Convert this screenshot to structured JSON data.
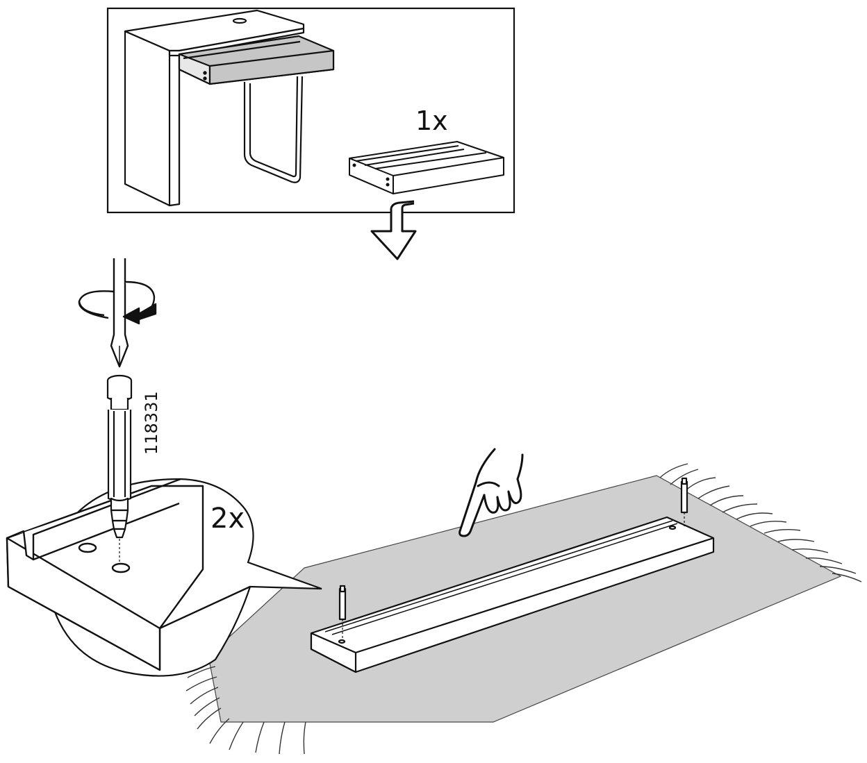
{
  "inset": {
    "quantity_label": "1x"
  },
  "detail": {
    "part_number": "118331",
    "quantity_label": "2x"
  },
  "icons": {
    "transition_arrow": "down-arrow-icon",
    "rotation": "rotate-clockwise-icon",
    "tool": "screwdriver-icon",
    "hint": "pointing-hand-icon"
  },
  "colors": {
    "line": "#111111",
    "fill_grey": "#c6c6c6",
    "rug": "#cfcfcf",
    "background": "#ffffff"
  }
}
